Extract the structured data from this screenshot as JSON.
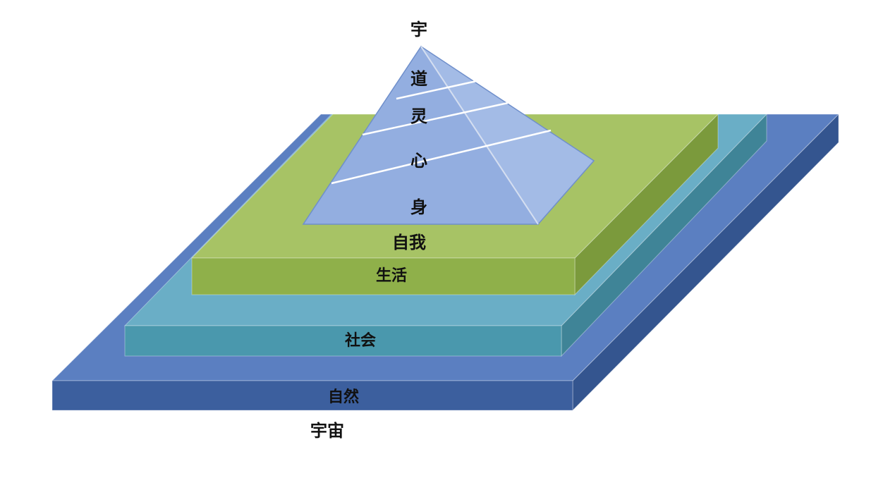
{
  "labels": {
    "apex": "宇",
    "pyramid": [
      "道",
      "灵",
      "心",
      "身"
    ],
    "self": "自我",
    "life": "生活",
    "society": "社会",
    "nature": "自然",
    "universe": "宇宙"
  },
  "colors": {
    "nature_top": "#5b7fc1",
    "nature_front": "#3c5f9e",
    "nature_side": "#34558f",
    "society_top": "#6aaec6",
    "society_front": "#4a98ad",
    "society_side": "#3f8497",
    "life_top": "#a7c365",
    "life_front": "#8fb04a",
    "life_side": "#7b9a3c",
    "pyramid_front": "#93aee0",
    "pyramid_side": "#a3bbe6",
    "pyramid_stroke": "#6f8fcb"
  }
}
